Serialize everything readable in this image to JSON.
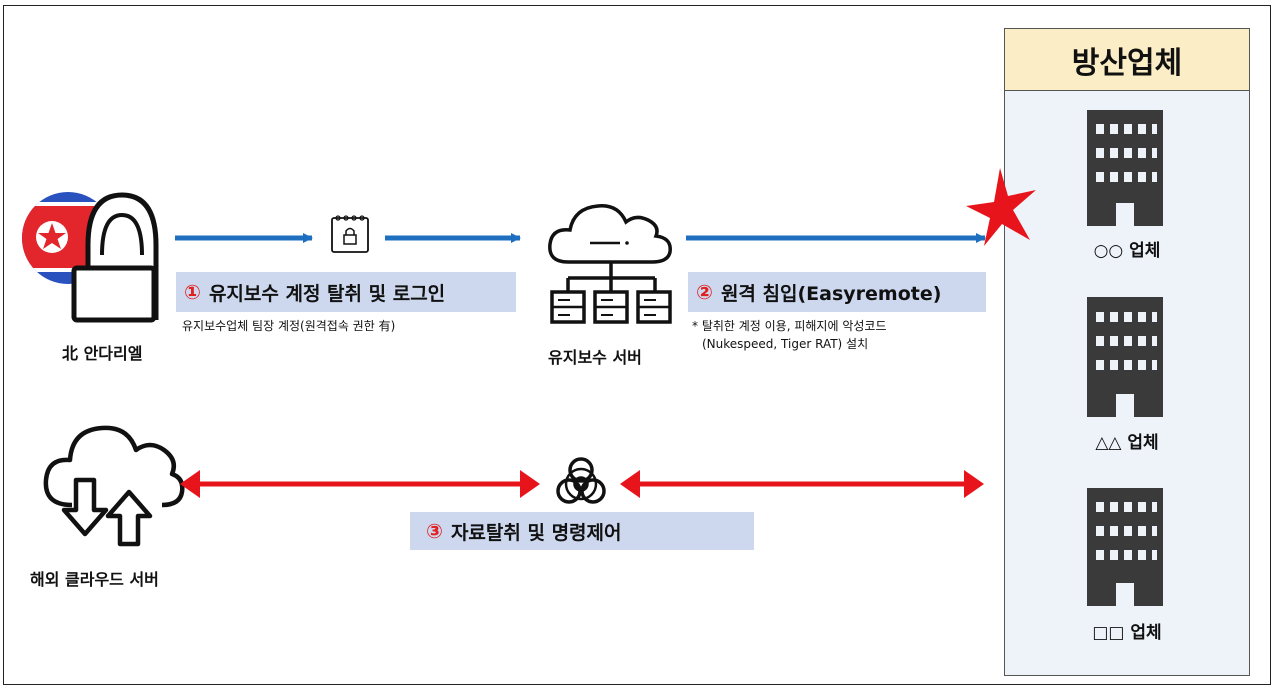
{
  "steps": {
    "step1": {
      "num": "①",
      "label": "유지보수 계정 탈취 및 로그인"
    },
    "step2": {
      "num": "②",
      "label": "원격 침입(Easyremote)"
    },
    "step3": {
      "num": "③",
      "label": "자료탈취 및 명령제어"
    }
  },
  "notes": {
    "step1_note": "유지보수업체 팀장 계정(원격접속 권한 有)",
    "step2_note_line1": "* 탈취한 계정 이용, 피해지에 악성코드",
    "step2_note_line2": "(Nukespeed, Tiger RAT) 설치"
  },
  "nodes": {
    "attacker": "北 안다리엘",
    "maintenance_server": "유지보수 서버",
    "cloud_server": "해외 클라우드 서버"
  },
  "target_panel": {
    "title": "방산업체",
    "companies": [
      "○○ 업체",
      "△△ 업체",
      "□□ 업체"
    ]
  },
  "colors": {
    "blue_arrow": "#1f6fc0",
    "red_arrow": "#e8141b",
    "step_bg": "#cdd8ee",
    "header_bg": "#fbeec6",
    "panel_bg": "#eef3fa",
    "building": "#3a3a3a"
  }
}
